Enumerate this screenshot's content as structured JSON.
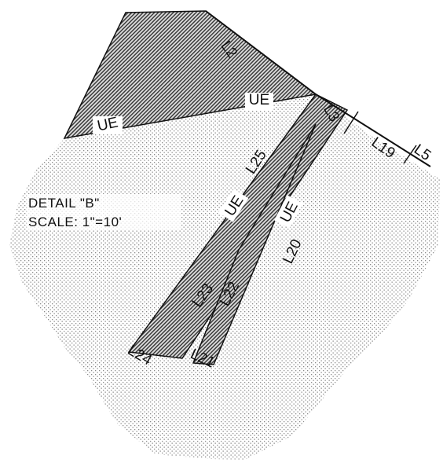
{
  "detail": {
    "title": "DETAIL  \"B\"",
    "scale": "SCALE:  1\"=10'"
  },
  "labels": {
    "L2": "L2",
    "L3": "L3",
    "L5": "L5",
    "L19": "L19",
    "L20": "L20",
    "L21": "L21",
    "L22": "L22",
    "L23": "L23",
    "L24": "L24",
    "L25": "L25",
    "UE": "UE"
  },
  "colors": {
    "line": "#111111",
    "stipple": "#8a8a8a",
    "hatch": "#3a3a3a"
  }
}
